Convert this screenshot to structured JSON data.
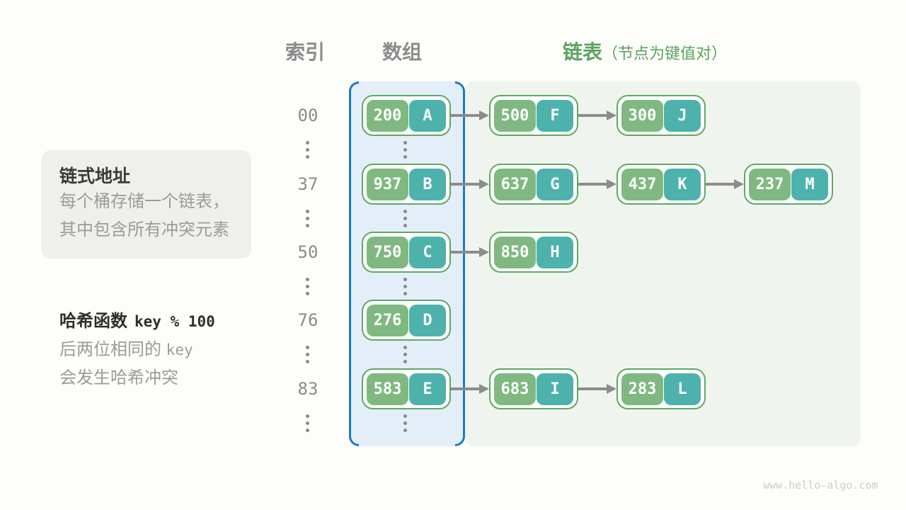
{
  "title_row": {
    "index": "索引",
    "array": "数组",
    "list": "链表",
    "list_note": "（节点为键值对）"
  },
  "info_box": {
    "title": "链式地址",
    "line1": "每个桶存储一个链表，",
    "line2": "其中包含所有冲突元素"
  },
  "hash_note": {
    "label": "哈希函数",
    "code": "key % 100",
    "desc1_text": "后两位相同的",
    "desc1_code": "key",
    "desc2": "会发生哈希冲突"
  },
  "buckets": [
    {
      "index": "00",
      "nodes": [
        {
          "key": "200",
          "value": "A"
        },
        {
          "key": "500",
          "value": "F"
        },
        {
          "key": "300",
          "value": "J"
        }
      ]
    },
    {
      "index": "37",
      "nodes": [
        {
          "key": "937",
          "value": "B"
        },
        {
          "key": "637",
          "value": "G"
        },
        {
          "key": "437",
          "value": "K"
        },
        {
          "key": "237",
          "value": "M"
        }
      ]
    },
    {
      "index": "50",
      "nodes": [
        {
          "key": "750",
          "value": "C"
        },
        {
          "key": "850",
          "value": "H"
        }
      ]
    },
    {
      "index": "76",
      "nodes": [
        {
          "key": "276",
          "value": "D"
        }
      ]
    },
    {
      "index": "83",
      "nodes": [
        {
          "key": "583",
          "value": "E"
        },
        {
          "key": "683",
          "value": "I"
        },
        {
          "key": "283",
          "value": "L"
        }
      ]
    }
  ],
  "watermark": "www.hello-algo.com",
  "colors": {
    "key_cell_green": "#7fb981",
    "value_cell_teal": "#4db2ac",
    "node_border_green": "#5fa963",
    "array_panel_blue_bg": "#e3eef8",
    "array_bracket_blue": "#1e7ac1",
    "list_panel_green_bg": "#eff5ee",
    "header_gray": "#8b8b8b",
    "header_green": "#5ba25e",
    "arrow_gray": "#8c8c8c",
    "muted_text_gray": "#9b9b9b",
    "info_box_bg": "#efefec"
  }
}
